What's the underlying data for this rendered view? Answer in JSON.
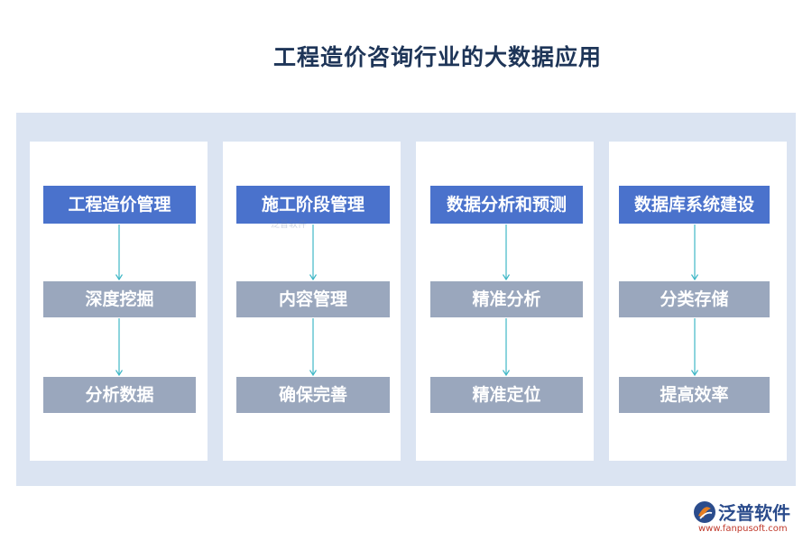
{
  "title": "工程造价咨询行业的大数据应用",
  "columns": [
    {
      "heading": "工程造价管理",
      "steps": [
        "深度挖掘",
        "分析数据"
      ]
    },
    {
      "heading": "施工阶段管理",
      "steps": [
        "内容管理",
        "确保完善"
      ]
    },
    {
      "heading": "数据分析和预测",
      "steps": [
        "精准分析",
        "精准定位"
      ]
    },
    {
      "heading": "数据库系统建设",
      "steps": [
        "分类存储",
        "提高效率"
      ]
    }
  ],
  "watermark": "泛普软件",
  "logo": {
    "name": "泛普软件",
    "url": "www.fanpusoft.com"
  },
  "colors": {
    "heading_box": "#4a72cc",
    "step_box": "#9aa7bd",
    "panel": "#dbe4f2",
    "arrow": "#3fb7c6",
    "title": "#1e3558"
  }
}
